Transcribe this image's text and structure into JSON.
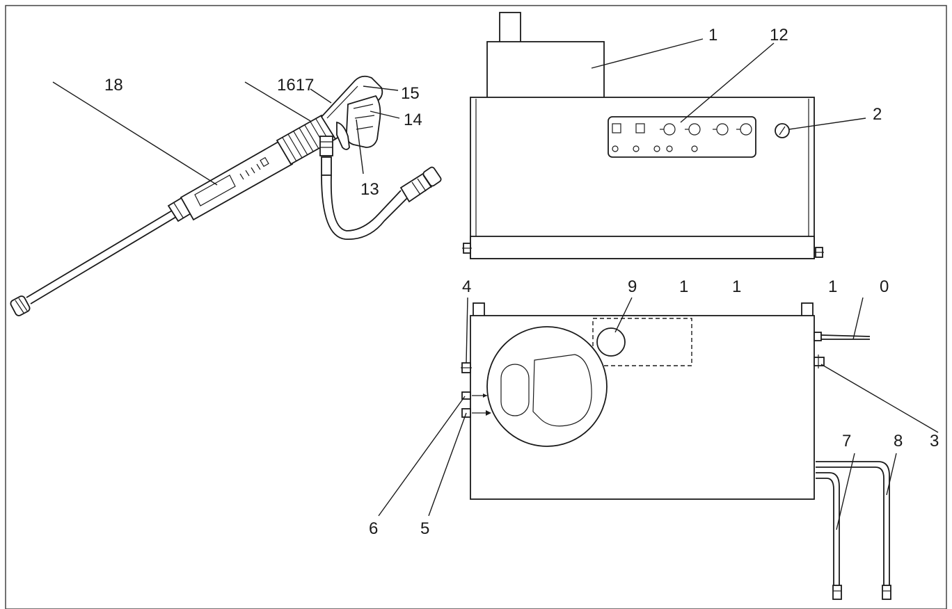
{
  "labels": {
    "l1": "1",
    "l2": "2",
    "l3": "3",
    "l4": "4",
    "l5": "5",
    "l6": "6",
    "l7": "7",
    "l8": "8",
    "l9": "9",
    "l10": "0",
    "l11a": "1",
    "l11b": "1",
    "l11c": "1",
    "l12": "12",
    "l13": "13",
    "l14": "14",
    "l15": "15",
    "l1617": "1617",
    "l18": "18"
  }
}
